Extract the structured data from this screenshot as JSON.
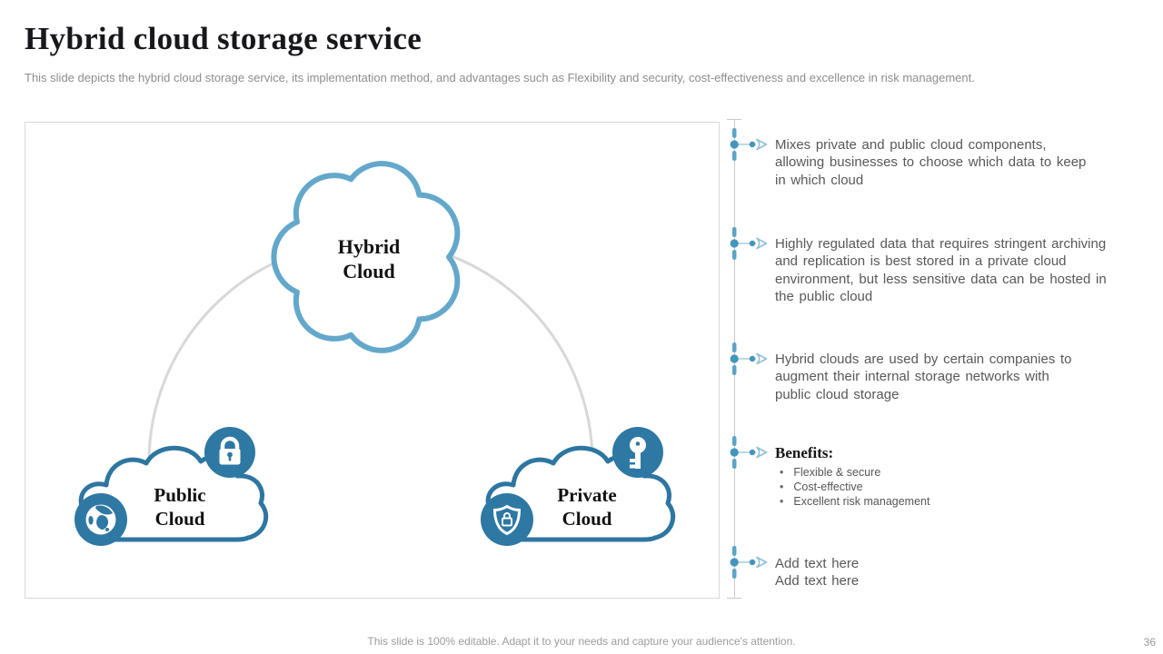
{
  "slide": {
    "title": "Hybrid cloud storage service",
    "subtitle": "This slide depicts the hybrid cloud storage service, its implementation method, and advantages such as Flexibility and security, cost-effectiveness and excellence in risk management.",
    "footer": "This slide is 100% editable. Adapt it to your needs and capture your audience's attention.",
    "page_number": "36"
  },
  "diagram": {
    "clouds": [
      {
        "id": "hybrid",
        "label": "Hybrid\nCloud"
      },
      {
        "id": "public",
        "label": "Public\nCloud"
      },
      {
        "id": "private",
        "label": "Private\nCloud"
      }
    ],
    "badge_icons": [
      "lock-icon",
      "globe-icon",
      "key-icon",
      "shield-lock-icon"
    ]
  },
  "right_panel": {
    "bullet_char": "•",
    "bullets": [
      {
        "text": "Mixes private and public cloud components,\nallowing businesses to choose which data to keep\nin which cloud"
      },
      {
        "text": "Highly regulated data that requires stringent archiving\nand replication is best stored in a private cloud\nenvironment, but less sensitive data can be hosted in\nthe public cloud"
      },
      {
        "text": "Hybrid clouds are used by certain companies to\naugment their internal storage networks with\npublic cloud storage"
      },
      {
        "heading": "Benefits:",
        "items": [
          "Flexible & secure",
          "Cost-effective",
          "Excellent risk management"
        ]
      },
      {
        "text": "Add text here\nAdd text here"
      }
    ]
  },
  "colors": {
    "cloud_light_blue": "#63a8cb",
    "cloud_dark_blue": "#2d76a1",
    "badge_blue": "#2e78a4",
    "arc_gray": "#d8d8d8",
    "marker_blue": "#4395bd",
    "spine_gray": "#c9c9c9"
  }
}
